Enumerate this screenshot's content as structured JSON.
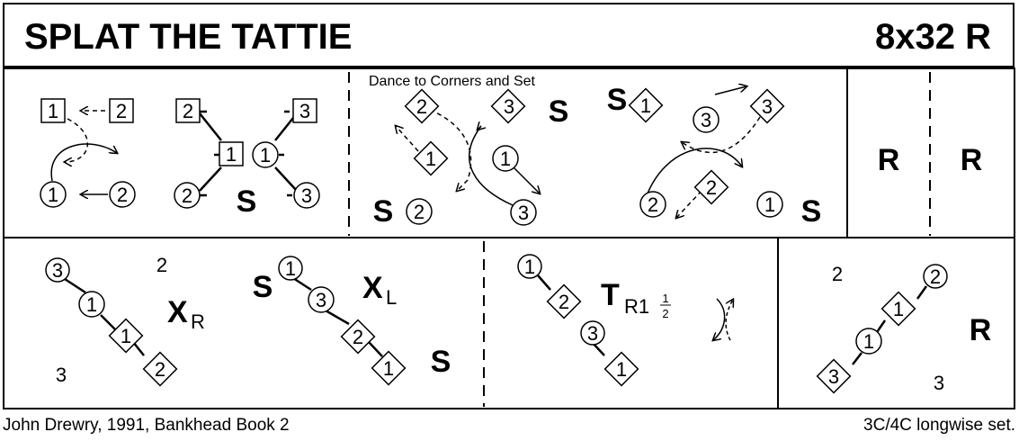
{
  "header": {
    "title": "SPLAT THE TATTIE",
    "bars": "8x32 R"
  },
  "footer": {
    "credit": "John Drewry, 1991, Bankhead Book 2",
    "set_type": "3C/4C longwise set."
  },
  "row1": {
    "panel1": {
      "top_squares": [
        "1",
        "2"
      ],
      "bottom_circles": [
        "1",
        "2"
      ]
    },
    "panel2": {
      "left_squares": [
        "2",
        "1"
      ],
      "left_circle": "2",
      "right_circles": [
        "1",
        "3"
      ],
      "right_square": "3",
      "set_label": "S"
    },
    "panel3": {
      "caption": "Dance to Corners and Set",
      "set_label": "S",
      "left_diamonds": [
        "2",
        "1",
        "3"
      ],
      "left_circles": [
        "1",
        "2",
        "3"
      ],
      "right_diamonds": [
        "1",
        "3",
        "2"
      ],
      "right_circles": [
        "3",
        "2",
        "1"
      ]
    },
    "panel4": {
      "label": "R"
    },
    "panel5": {
      "label": "R"
    }
  },
  "row2": {
    "panel1": {
      "cross_right": "X",
      "cross_right_sub": "R",
      "cross_left": "X",
      "cross_left_sub": "L",
      "set_label": "S",
      "numbers": [
        "2",
        "3"
      ],
      "left_line": [
        "3",
        "1",
        "1",
        "2"
      ],
      "right_line": [
        "1",
        "3",
        "2",
        "1"
      ]
    },
    "panel2": {
      "turn": "T",
      "turn_sub": "R1",
      "frac_num": "1",
      "frac_den": "2",
      "line": [
        "1",
        "2",
        "3",
        "1"
      ]
    },
    "panel3": {
      "label": "R",
      "numbers": [
        "2",
        "3"
      ],
      "line": [
        "2",
        "1",
        "1",
        "3"
      ]
    }
  }
}
